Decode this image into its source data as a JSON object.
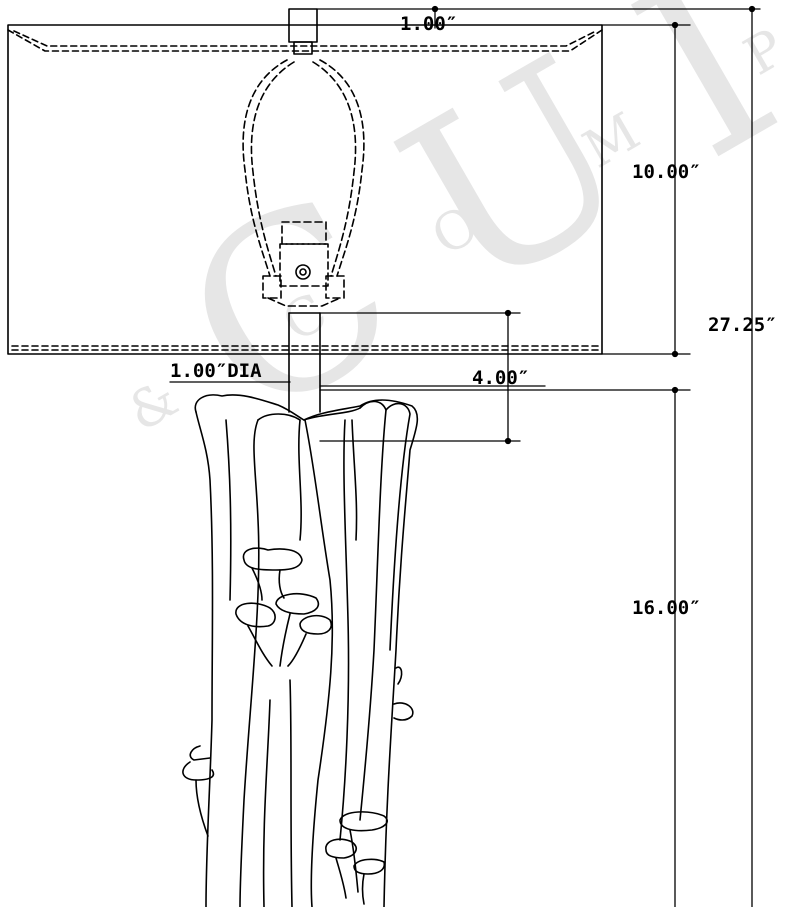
{
  "watermark": {
    "main": "CUI",
    "sub": "& C O M P"
  },
  "dimensions": {
    "neck": "1.00″",
    "shade_height": "10.00″",
    "overall_height": "27.25″",
    "neck_diameter": "1.00″DIA",
    "neck_height": "4.00″",
    "base_height": "16.00″"
  },
  "colors": {
    "line": "#000000",
    "watermark": "#e6e6e6"
  }
}
